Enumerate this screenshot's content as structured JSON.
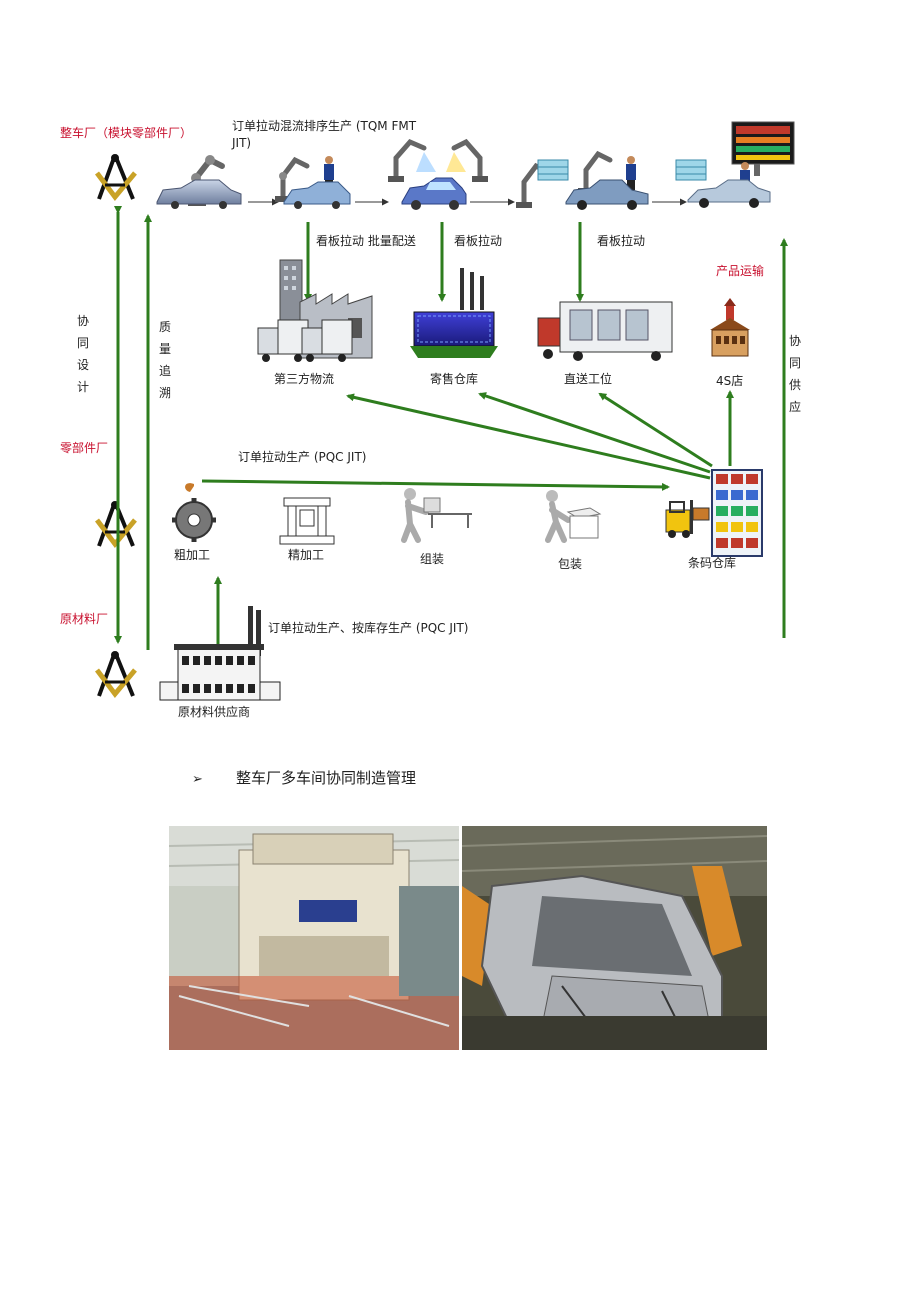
{
  "labels": {
    "oem_plant": "整车厂（模块零部件厂）",
    "top_flow": "订单拉动混流排序生产  (TQM FMT",
    "top_flow_2": "JIT)",
    "kanban_batch": "看板拉动 批量配送",
    "kanban_2": "看板拉动",
    "kanban_3": "看板拉动",
    "product_transport": "产品运输",
    "collab_design": "协同设计",
    "quality_trace": "质量追溯",
    "collab_supply": "协同供应",
    "third_party": "第三方物流",
    "consign_wh": "寄售仓库",
    "direct_station": "直送工位",
    "dealer_4s": "4S店",
    "parts_plant": "零部件厂",
    "mid_flow": "订单拉动生产  (PQC  JIT)",
    "rough_machining": "粗加工",
    "finishing": "精加工",
    "assembly": "组装",
    "packing": "包装",
    "barcode_wh": "条码仓库",
    "raw_plant": "原材料厂",
    "bottom_flow": "订单拉动生产、按库存生产  (PQC  JIT)",
    "raw_supplier": "原材料供应商"
  },
  "bullet": {
    "symbol": "➢",
    "text": "整车厂多车间协同制造管理"
  },
  "colors": {
    "arrow_green": "#2e7d1e",
    "red_label": "#c8102e"
  },
  "icons": [
    "compass-square-icon",
    "robot-arm-icon",
    "car-body-icon",
    "factory-icon",
    "warehouse-icon",
    "truck-icon",
    "shop-icon",
    "gear-icon",
    "press-machine-icon",
    "worker-icon",
    "forklift-icon",
    "shelf-icon",
    "display-board-icon"
  ]
}
